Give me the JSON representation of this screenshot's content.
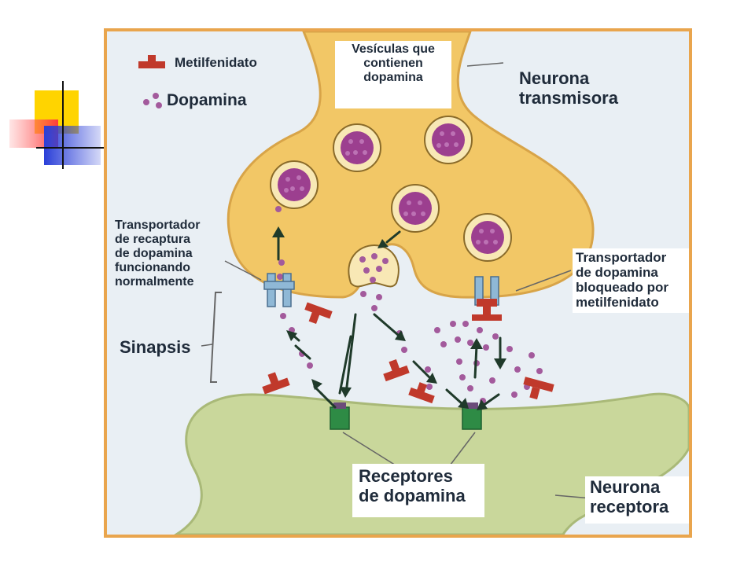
{
  "legend": {
    "methylphenidate": "Metilfenidato",
    "dopamine": "Dopamina"
  },
  "labels": {
    "vesicles_line1": "Vesículas que",
    "vesicles_line2": "contienen",
    "vesicles_line3": "dopamina",
    "transmitter_line1": "Neurona",
    "transmitter_line2": "transmisora",
    "reuptake_line1": "Transportador",
    "reuptake_line2": "de recaptura",
    "reuptake_line3": "de dopamina",
    "reuptake_line4": "funcionando",
    "reuptake_line5": "normalmente",
    "blocked_line1": "Transportador",
    "blocked_line2": "de dopamina",
    "blocked_line3": "bloqueado por",
    "blocked_line4": "metilfenidato",
    "synapse": "Sinapsis",
    "receptors_line1": "Receptores",
    "receptors_line2": "de dopamina",
    "receiver_line1": "Neurona",
    "receiver_line2": "receptora"
  },
  "colors": {
    "frame": "#e9a54d",
    "transmitter_neuron": "#f2c766",
    "receiver_neuron": "#c9d79b",
    "vesicle": "#9c3f8f",
    "dopamine": "#a35a9c",
    "methylphenidate": "#c0392b",
    "receptor": "#2e8b45",
    "transporter": "#8fb8d6"
  }
}
